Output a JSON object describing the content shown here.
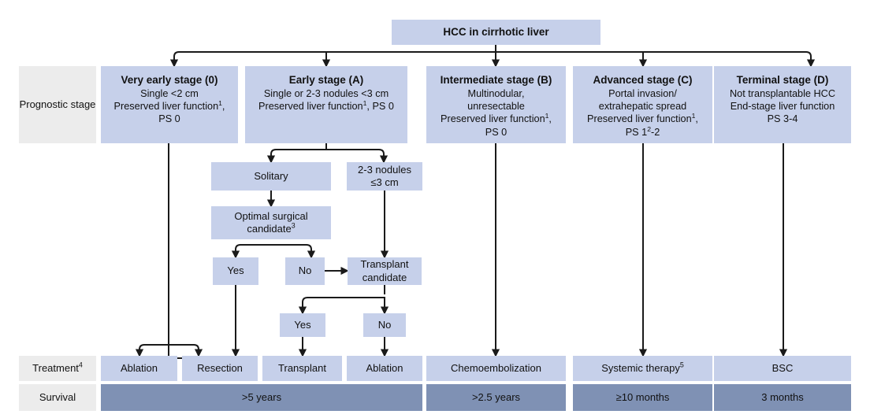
{
  "figure": {
    "root": {
      "label": "HCC in cirrhotic liver"
    }
  },
  "row_labels": {
    "prognostic": "Prognostic stage",
    "treatment": "Treatment",
    "treatment_sup": "4",
    "survival": "Survival"
  },
  "stages": [
    {
      "id": "stage-0",
      "title": "Very early stage (0)",
      "lines": [
        "Single <2 cm",
        "Preserved liver function¹,",
        "PS 0"
      ]
    },
    {
      "id": "stage-a",
      "title": "Early stage (A)",
      "lines": [
        "Single or 2-3 nodules <3 cm",
        "Preserved liver function¹, PS 0"
      ]
    },
    {
      "id": "stage-b",
      "title": "Intermediate stage (B)",
      "lines": [
        "Multinodular,",
        "unresectable",
        "Preserved liver function¹,",
        "PS 0"
      ]
    },
    {
      "id": "stage-c",
      "title": "Advanced stage (C)",
      "lines": [
        "Portal invasion/",
        "extrahepatic spread",
        "Preserved liver function¹,",
        "PS 1²-2"
      ]
    },
    {
      "id": "stage-d",
      "title": "Terminal stage (D)",
      "lines": [
        "Not transplantable HCC",
        "End-stage liver function",
        "PS 3-4"
      ]
    }
  ],
  "decision_nodes": {
    "solitary": "Solitary",
    "nodules_2_3": [
      "2-3 nodules",
      "≤3 cm"
    ],
    "optimal_surgical": [
      "Optimal surgical",
      "candidate³"
    ],
    "surgical_yes": "Yes",
    "surgical_no": "No",
    "transplant_candidate": [
      "Transplant",
      "candidate"
    ],
    "transplant_yes": "Yes",
    "transplant_no": "No"
  },
  "treatments": [
    {
      "id": "treat-ablation-1",
      "label": "Ablation"
    },
    {
      "id": "treat-resection",
      "label": "Resection"
    },
    {
      "id": "treat-transplant",
      "label": "Transplant"
    },
    {
      "id": "treat-ablation-2",
      "label": "Ablation"
    },
    {
      "id": "treat-chemoembolization",
      "label": "Chemoembolization"
    },
    {
      "id": "treat-systemic",
      "label": "Systemic therapy",
      "sup": "5"
    },
    {
      "id": "treat-bsc",
      "label": "BSC"
    }
  ],
  "survival": [
    {
      "id": "surv-early",
      "label": ">5 years"
    },
    {
      "id": "surv-intermediate",
      "label": ">2.5 years"
    },
    {
      "id": "surv-advanced",
      "label": "≥10 months"
    },
    {
      "id": "surv-terminal",
      "label": "3 months"
    }
  ],
  "colors": {
    "box_fill": "#c6d0ea",
    "row_label_fill": "#ececec",
    "survival_fill": "#7f91b4",
    "connector": "#1a1a1a",
    "text": "#111111"
  }
}
